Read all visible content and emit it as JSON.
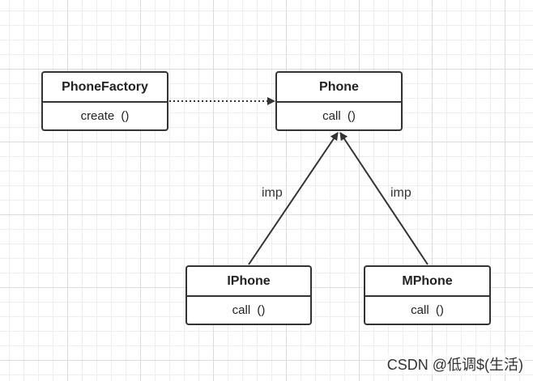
{
  "classes": {
    "phone_factory": {
      "name": "PhoneFactory",
      "method": "create  ()"
    },
    "phone": {
      "name": "Phone",
      "method": "call  ()"
    },
    "iphone": {
      "name": "IPhone",
      "method": "call  ()"
    },
    "mphone": {
      "name": "MPhone",
      "method": "call  ()"
    }
  },
  "relations": [
    {
      "from": "PhoneFactory",
      "to": "Phone",
      "style": "dotted",
      "label": ""
    },
    {
      "from": "IPhone",
      "to": "Phone",
      "style": "solid",
      "label": "imp"
    },
    {
      "from": "MPhone",
      "to": "Phone",
      "style": "solid",
      "label": "imp"
    }
  ],
  "labels": {
    "imp_left": "imp",
    "imp_right": "imp"
  },
  "watermark": "CSDN @低调$(生活)",
  "colors": {
    "stroke": "#333333",
    "grid": "#dcdcdc",
    "background": "#ffffff"
  }
}
